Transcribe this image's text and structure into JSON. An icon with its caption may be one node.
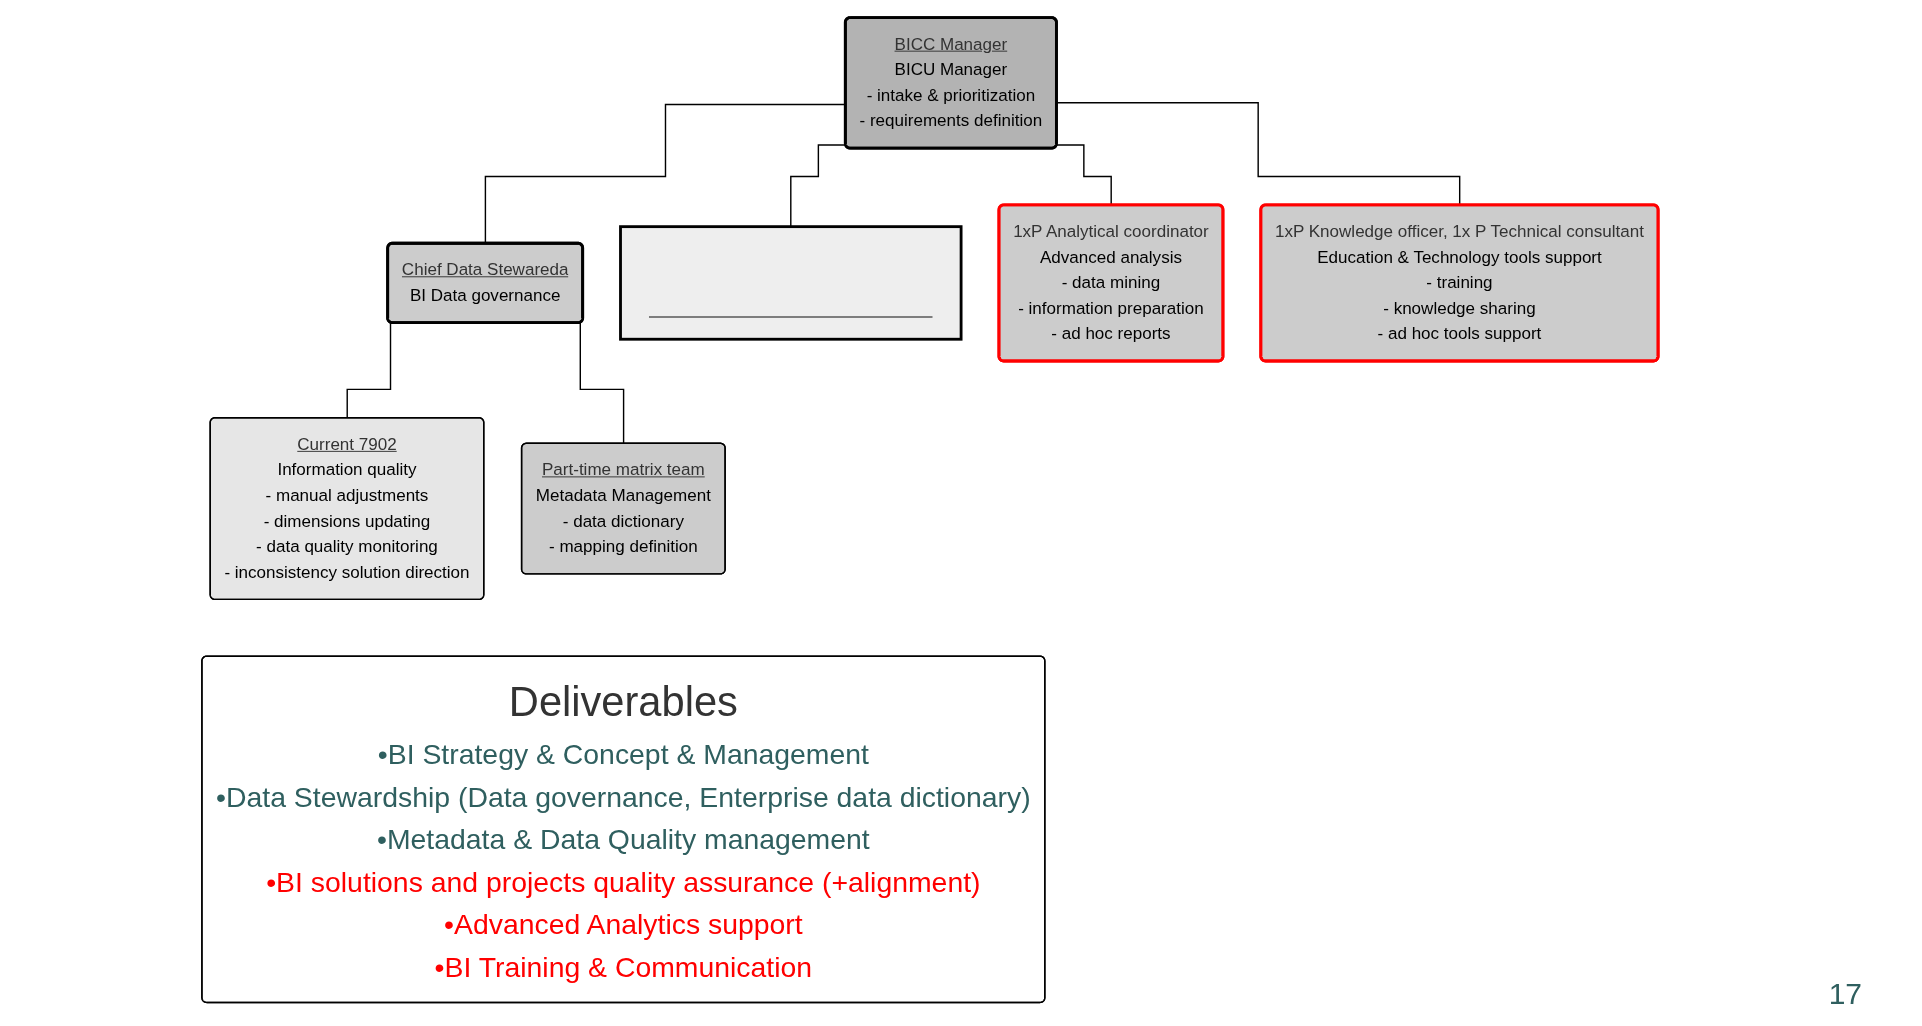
{
  "diagram": {
    "nodes": [
      {
        "text": [
          "BICC Manager",
          "BICU Manager",
          "- intake & prioritization",
          "- requirements definition"
        ]
      },
      {
        "text": [
          "Chief Data Stewareda",
          "BI Data governance"
        ]
      },
      {
        "text": [],
        "shape": "box"
      },
      {
        "text": [
          "1xP Analytical coordinator",
          "Advanced analysis",
          "- data mining",
          "- information preparation",
          "- ad hoc reports"
        ]
      },
      {
        "text": [
          "1xP Knowledge officer, 1x P Technical consultant",
          "Education & Technology tools support",
          "- training",
          "- knowledge sharing",
          "- ad hoc tools support"
        ]
      },
      {
        "text": [
          "Current 7902",
          "Information quality",
          "- manual adjustments",
          "- dimensions updating",
          "- data quality monitoring",
          "- inconsistency solution direction"
        ]
      },
      {
        "text": [
          "Part-time matrix team",
          "Metadata Management",
          "- data dictionary",
          "- mapping definition"
        ]
      },
      {
        "text": [
          "Deliverables",
          "•BI Strategy & Concept & Management",
          "•Data Stewardship (Data governance, Enterprise data dictionary)",
          "•Metadata & Data Quality management",
          "•BI solutions and projects quality assurance (+alignment)",
          "•Advanced Analytics support",
          "•BI Training & Communication"
        ]
      }
    ],
    "edges": [
      {
        "from": 0,
        "to": 1,
        "arrow": "none"
      },
      {
        "from": 0,
        "to": 2,
        "arrow": "none"
      },
      {
        "from": 0,
        "to": 3,
        "arrow": "none"
      },
      {
        "from": 0,
        "to": 4,
        "arrow": "none"
      },
      {
        "from": 1,
        "to": 5,
        "arrow": "none"
      },
      {
        "from": 1,
        "to": 6,
        "arrow": "none"
      }
    ],
    "labels": [
      "17"
    ]
  }
}
